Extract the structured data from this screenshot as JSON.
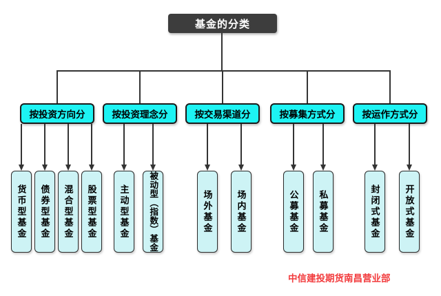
{
  "diagram": {
    "root": {
      "label": "基金的分类"
    },
    "groups": [
      {
        "label": "按投资方向分",
        "children": [
          {
            "label": "货币型基金"
          },
          {
            "label": "债券型基金"
          },
          {
            "label": "混合型基金"
          },
          {
            "label": "股票型基金"
          }
        ]
      },
      {
        "label": "按投资理念分",
        "children": [
          {
            "label": "主动型基金"
          },
          {
            "label": "被动型（指数）基金"
          }
        ]
      },
      {
        "label": "按交易渠道分",
        "children": [
          {
            "label": "场外基金"
          },
          {
            "label": "场内基金"
          }
        ]
      },
      {
        "label": "按募集方式分",
        "children": [
          {
            "label": "公募基金"
          },
          {
            "label": "私募基金"
          }
        ]
      },
      {
        "label": "按运作方式分",
        "children": [
          {
            "label": "封闭式基金"
          },
          {
            "label": "开放式基金"
          }
        ]
      }
    ],
    "footer": {
      "label": "中信建投期货南昌营业部"
    }
  },
  "colors": {
    "root_fill": "#3d3d3d",
    "root_text": "#ffffff",
    "group_fill": "#1df3f3",
    "child_fill": "#cdf3f5",
    "border": "#1a1a1a",
    "line": "#333333",
    "footer_red": "#f23c3e",
    "background": "#ffffff"
  }
}
